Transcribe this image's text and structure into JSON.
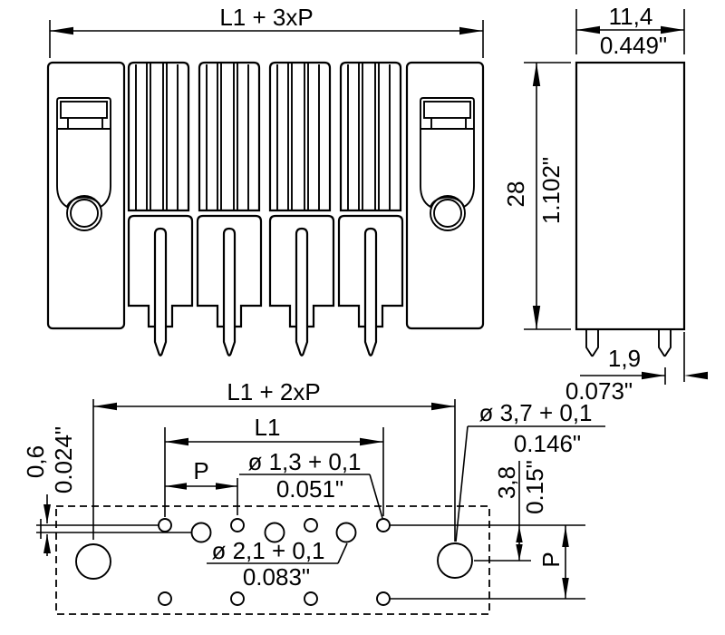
{
  "drawing_title": "Connector dimensional drawing (front view, side view, drilling plan)",
  "colors": {
    "line": "#000000",
    "background": "#ffffff"
  },
  "front_view": {
    "dim_width": "L1 + 3xP"
  },
  "side_view": {
    "dim_width_mm": "11,4",
    "dim_width_in": "0.449\"",
    "dim_height_mm": "28",
    "dim_height_in": "1.102\"",
    "dim_pin_mm": "1,9",
    "dim_pin_in": "0.073\""
  },
  "footprint": {
    "dim_span": "L1 + 2xP",
    "dim_l1": "L1",
    "dim_pitch": "P",
    "dim_pitch_vertical": "P",
    "dim_row_offset_mm": "0,6",
    "dim_row_offset_in": "0.024\"",
    "hole_small_mm": "ø 1,3 + 0,1",
    "hole_small_in": "0.051\"",
    "hole_mid_mm": "ø 2,1 + 0,1",
    "hole_mid_in": "0.083\"",
    "hole_big_mm": "ø 3,7 + 0,1",
    "hole_big_in": "0.146\"",
    "dim_mount_offset_mm": "3,8",
    "dim_mount_offset_in": "0.15\""
  }
}
